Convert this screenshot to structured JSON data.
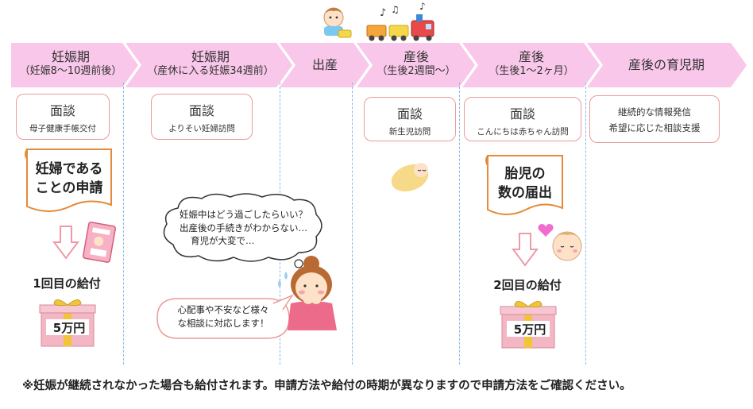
{
  "stages": [
    {
      "title": "妊娠期",
      "sub": "（妊娠8～10週前後）"
    },
    {
      "title": "妊娠期",
      "sub": "（産休に入る妊娠34週前）"
    },
    {
      "title": "出産",
      "sub": ""
    },
    {
      "title": "産後",
      "sub": "（生後2週間～）"
    },
    {
      "title": "産後",
      "sub": "（生後1～2ヶ月）"
    },
    {
      "title": "産後の育児期",
      "sub": ""
    }
  ],
  "interviews": [
    {
      "title": "面談",
      "sub": "母子健康手帳交付"
    },
    {
      "title": "面談",
      "sub": "よりそい妊婦訪問"
    },
    {
      "title": "面談",
      "sub": "新生児訪問"
    },
    {
      "title": "面談",
      "sub": "こんにちは赤ちゃん訪問"
    }
  ],
  "support_box": {
    "line1": "継続的な情報発信",
    "line2": "希望に応じた相談支援"
  },
  "application_1": {
    "line1": "妊婦である",
    "line2": "ことの申請"
  },
  "application_2": {
    "line1": "胎児の",
    "line2": "数の届出"
  },
  "grant_1": {
    "label": "1回目の給付",
    "amount": "5万円"
  },
  "grant_2": {
    "label": "2回目の給付",
    "amount": "5万円"
  },
  "worry_bubble": {
    "line1": "妊娠中はどう過ごしたらいい？",
    "line2": "出産後の手続きがわからない…",
    "line3": "育児が大変で…"
  },
  "consult_bubble": {
    "line1": "心配事や不安など様々",
    "line2": "な相談に対応します！"
  },
  "footer_note": "※妊娠が継続されなかった場合も給付されます。申請方法や給付の時期が異なりますので申請方法をご確認ください。",
  "icons": [
    "baby-toy-icon",
    "toy-train-icon",
    "music-note-icon",
    "maternity-handbook-icon",
    "swaddled-baby-icon",
    "worried-mother-icon",
    "baby-face-icon",
    "heart-icon",
    "gift-box-icon",
    "down-arrow-icon"
  ],
  "colors": {
    "stage_band": "#f9c7ea",
    "box_border": "#ec9a9a",
    "scroll_border": "#e58a3a",
    "divider": "#8ab8e6",
    "arrow": "#ee9aa8",
    "gift": "#f3b7c4",
    "ribbon": "#f3c43a"
  }
}
